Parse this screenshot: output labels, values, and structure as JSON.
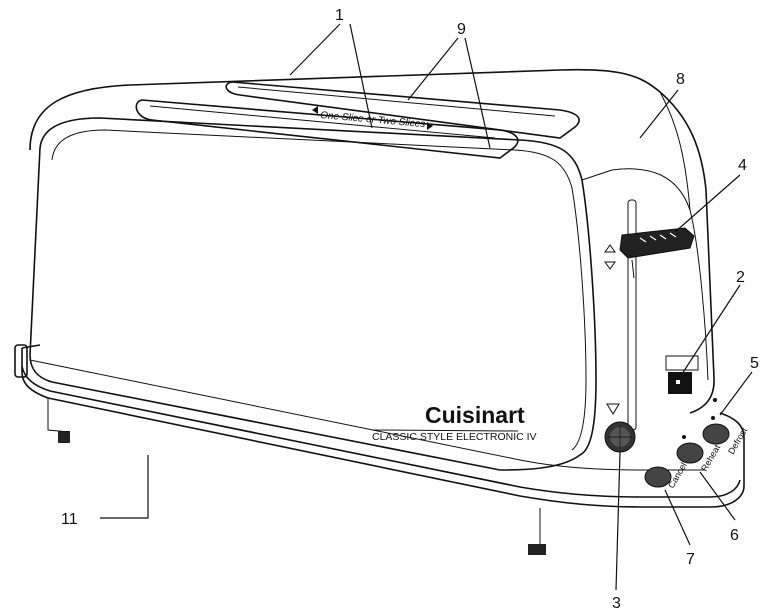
{
  "callouts": {
    "n1": "1",
    "n2": "2",
    "n3": "3",
    "n4": "4",
    "n5": "5",
    "n6": "6",
    "n7": "7",
    "n8": "8",
    "n9": "9",
    "n11": "11"
  },
  "product": {
    "brand": "Cuisinart",
    "model_line": "CLASSIC STYLE ELECTRONIC IV",
    "slot_guide": "One Slice or  Two Slices"
  },
  "buttons": {
    "cancel": "Cancel",
    "reheat": "Reheat",
    "defrost": "Defrost"
  }
}
